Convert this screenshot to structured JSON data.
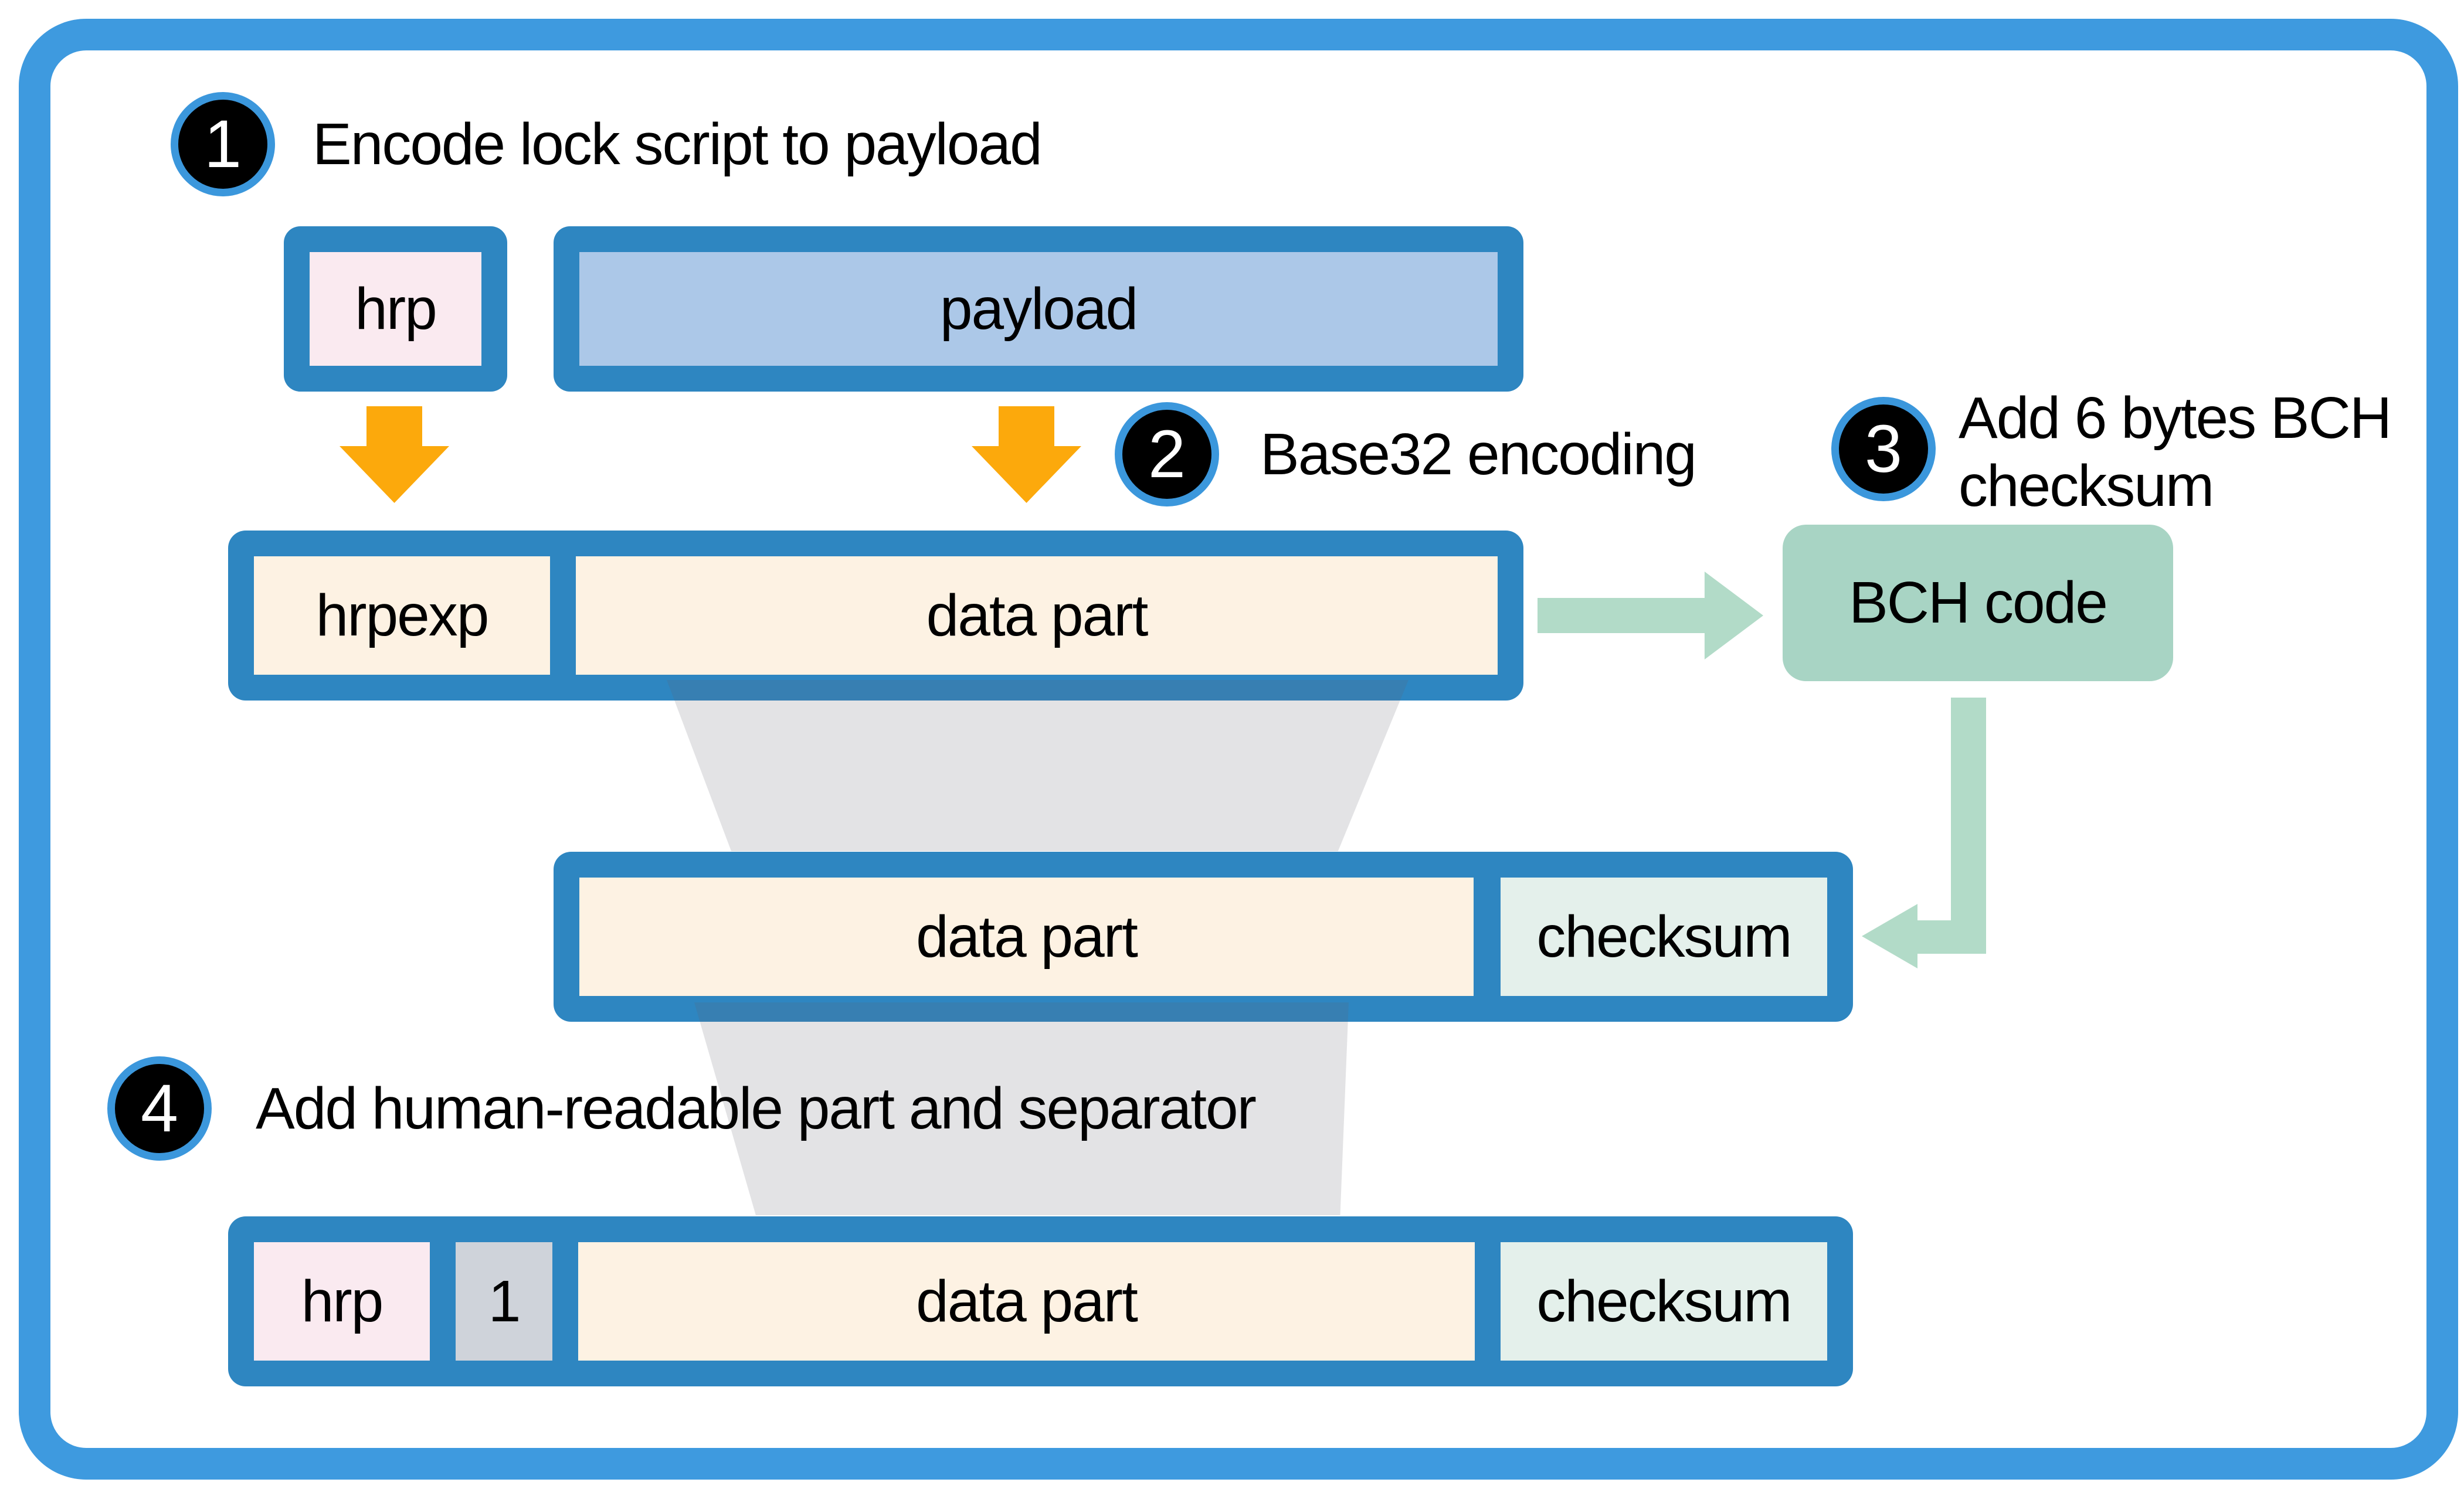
{
  "colors": {
    "frame_blue": "#3e9adf",
    "primary_blue": "#2e86c1",
    "badge_ring_blue": "#3b97dc",
    "badge_fill": "#000000",
    "payload_blue": "#acc8e8",
    "hrp_pink": "#faeaf0",
    "cream": "#fdf2e3",
    "checksum_mint": "#e4f0eb",
    "separator_gray": "#cfd3da",
    "bch_green": "#a8d4c4",
    "arrow_green": "#b2dbc8",
    "arrow_orange": "#fca90c",
    "funnel_gray": "#e3e3e5",
    "text": "#000000"
  },
  "steps": [
    {
      "number": "1",
      "label": "Encode lock script to payload"
    },
    {
      "number": "2",
      "label": "Base32 encoding"
    },
    {
      "number": "3",
      "label_lines": [
        "Add 6 bytes BCH",
        "checksum"
      ]
    },
    {
      "number": "4",
      "label": "Add human-readable part and separator"
    }
  ],
  "row1": {
    "hrp": "hrp",
    "payload": "payload"
  },
  "row2": {
    "hrpexp": "hrpexp",
    "data_part": "data part"
  },
  "bch": {
    "label": "BCH code"
  },
  "row3": {
    "data_part": "data part",
    "checksum": "checksum"
  },
  "row4": {
    "hrp": "hrp",
    "separator": "1",
    "data_part": "data part",
    "checksum": "checksum"
  }
}
